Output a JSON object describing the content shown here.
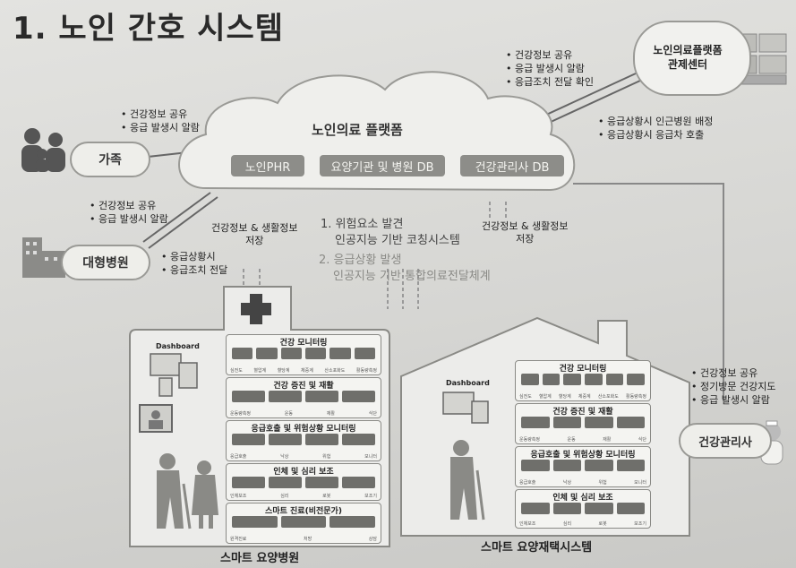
{
  "title": "1. 노인 간호 시스템",
  "platform": {
    "title": "노인의료 플랫폼",
    "db1": "노인PHR",
    "db2": "요양기관 및 병원 DB",
    "db3": "건강관리사 DB"
  },
  "nodes": {
    "family": "가족",
    "hospital": "대형병원",
    "control_center": "노인의료플랫폼\n관제센터",
    "health_manager": "건강관리사"
  },
  "bullets": {
    "family": [
      "건강정보 공유",
      "응급 발생시 알람"
    ],
    "hospital_in": [
      "건강정보 공유",
      "응급 발생시 알람"
    ],
    "hospital_out": [
      "응급상황시",
      "응급조치 전달"
    ],
    "center_in": [
      "건강정보 공유",
      "응급 발생시 알람",
      "응급조치 전달 확인"
    ],
    "center_out": [
      "응급상황시 인근병원 배정",
      "응급상황시 응급차 호출"
    ],
    "manager": [
      "건강정보 공유",
      "정기방문 건강지도",
      "응급 발생시 알람"
    ]
  },
  "storage_left": "건강정보 & 생활정보\n저장",
  "storage_right": "건강정보 & 생활정보\n저장",
  "ai": {
    "line1a": "1. 위험요소 발견",
    "line1b": "인공지능 기반 코칭시스템",
    "line2a": "2. 응급상황 발생",
    "line2b": "인공지능 기반 통합의료전달체계"
  },
  "left_building": {
    "label": "스마트 요양병원",
    "dashboard": "Dashboard",
    "panels": [
      {
        "title": "건강 모니터링",
        "caps": [
          "심전도",
          "혈압계",
          "혈당계",
          "체중계",
          "산소포화도",
          "활동량측정"
        ]
      },
      {
        "title": "건강 증진 및 재활",
        "caps": [
          "운동량측정",
          "운동",
          "재활",
          "식단"
        ]
      },
      {
        "title": "응급호출 및 위험상황 모니터링",
        "caps": [
          "응급호출",
          "낙상",
          "위험",
          "모니터"
        ]
      },
      {
        "title": "인체 및 심리 보조",
        "caps": [
          "인체보조",
          "심리",
          "로봇",
          "보조기"
        ]
      },
      {
        "title": "스마트 진료(비전문가)",
        "caps": [
          "원격진료",
          "처방",
          "상담"
        ]
      }
    ]
  },
  "right_building": {
    "label": "스마트 요양재택시스템",
    "dashboard": "Dashboard",
    "panels": [
      {
        "title": "건강 모니터링",
        "caps": [
          "심전도",
          "혈압계",
          "혈당계",
          "체중계",
          "산소포화도",
          "활동량측정"
        ]
      },
      {
        "title": "건강 증진 및 재활",
        "caps": [
          "운동량측정",
          "운동",
          "재활",
          "식단"
        ]
      },
      {
        "title": "응급호출 및 위험상황 모니터링",
        "caps": [
          "응급호출",
          "낙상",
          "위험",
          "모니터"
        ]
      },
      {
        "title": "인체 및 심리 보조",
        "caps": [
          "인체보조",
          "심리",
          "로봇",
          "보조기"
        ]
      }
    ]
  }
}
